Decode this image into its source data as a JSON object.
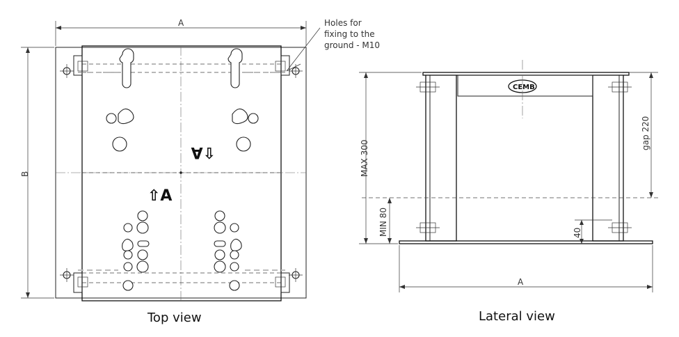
{
  "top_view": {
    "caption": "Top view",
    "dimension_width": "A",
    "dimension_height": "B",
    "callout_line1": "Holes for",
    "callout_line2": "fixing to the",
    "callout_line3": "ground - M10"
  },
  "lateral_view": {
    "caption": "Lateral view",
    "dimension_width": "A",
    "max_label": "MAX 300",
    "min_label": "MIN 80",
    "gap_label": "gap 220",
    "foot_label": "40",
    "logo": "CEMB"
  }
}
